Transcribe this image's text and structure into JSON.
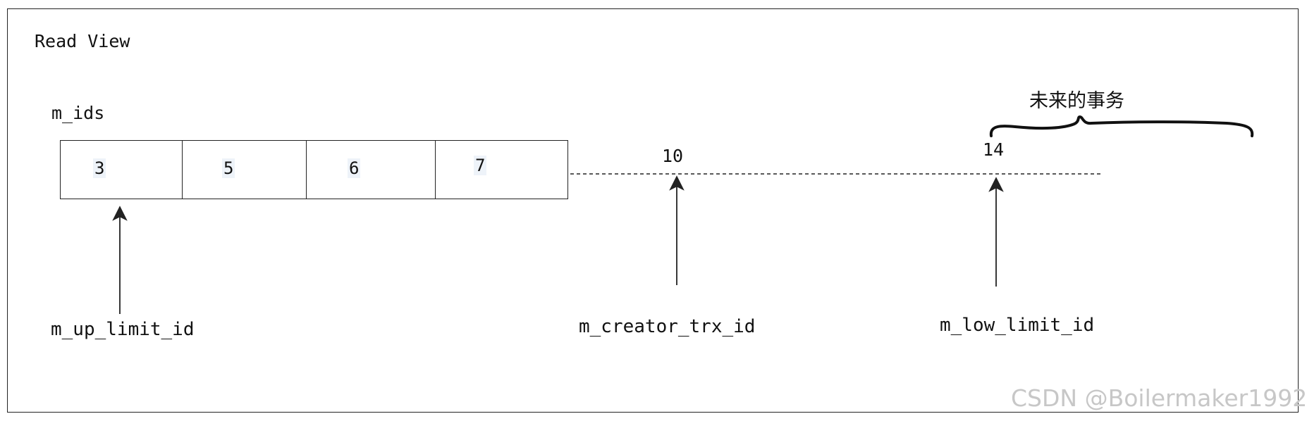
{
  "title": "Read View",
  "m_ids_label": "m_ids",
  "m_ids": [
    "3",
    "5",
    "6",
    "7"
  ],
  "creator_value": "10",
  "low_limit_value": "14",
  "future_label": "未来的事务",
  "labels": {
    "up_limit": "m_up_limit_id",
    "creator": "m_creator_trx_id",
    "low_limit": "m_low_limit_id"
  },
  "watermark": "CSDN @Boilermaker1992"
}
